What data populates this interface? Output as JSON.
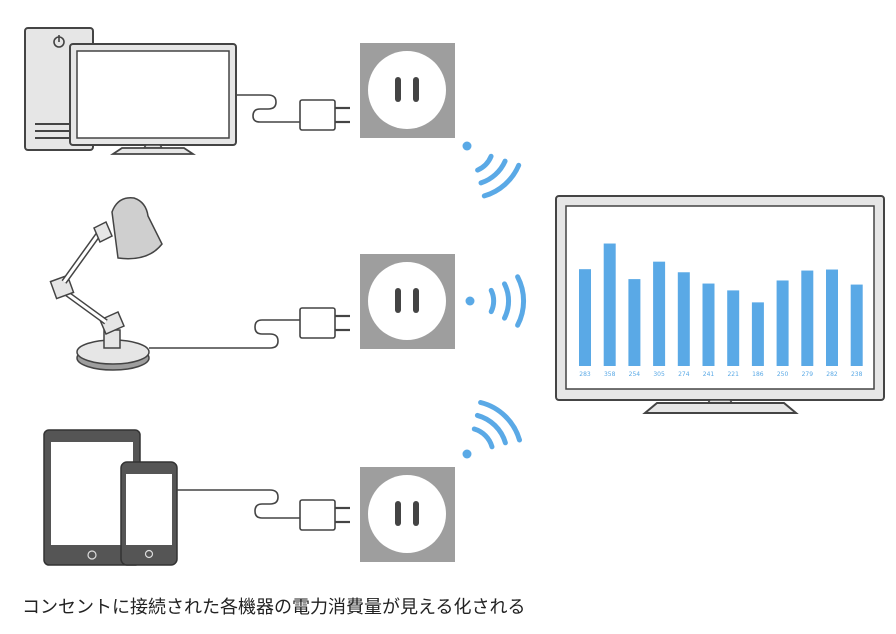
{
  "caption": "コンセントに接続された各機器の電力消費量が見える化される",
  "colors": {
    "outline": "#444444",
    "device_fill": "#e6e6e6",
    "socket_plate": "#9e9e9e",
    "wifi": "#5aa9e6",
    "bar": "#5aa9e6",
    "screen_bg": "#ffffff"
  },
  "devices": [
    {
      "kind": "desktop-computer"
    },
    {
      "kind": "desk-lamp"
    },
    {
      "kind": "tablet-and-smartphone"
    }
  ],
  "chart_data": {
    "type": "bar",
    "values": [
      283,
      358,
      254,
      305,
      274,
      241,
      221,
      186,
      250,
      279,
      282,
      238
    ],
    "data_labels": [
      "283",
      "358",
      "254",
      "305",
      "274",
      "241",
      "221",
      "186",
      "250",
      "279",
      "282",
      "238"
    ],
    "ylim": [
      0,
      380
    ],
    "grid": false
  }
}
